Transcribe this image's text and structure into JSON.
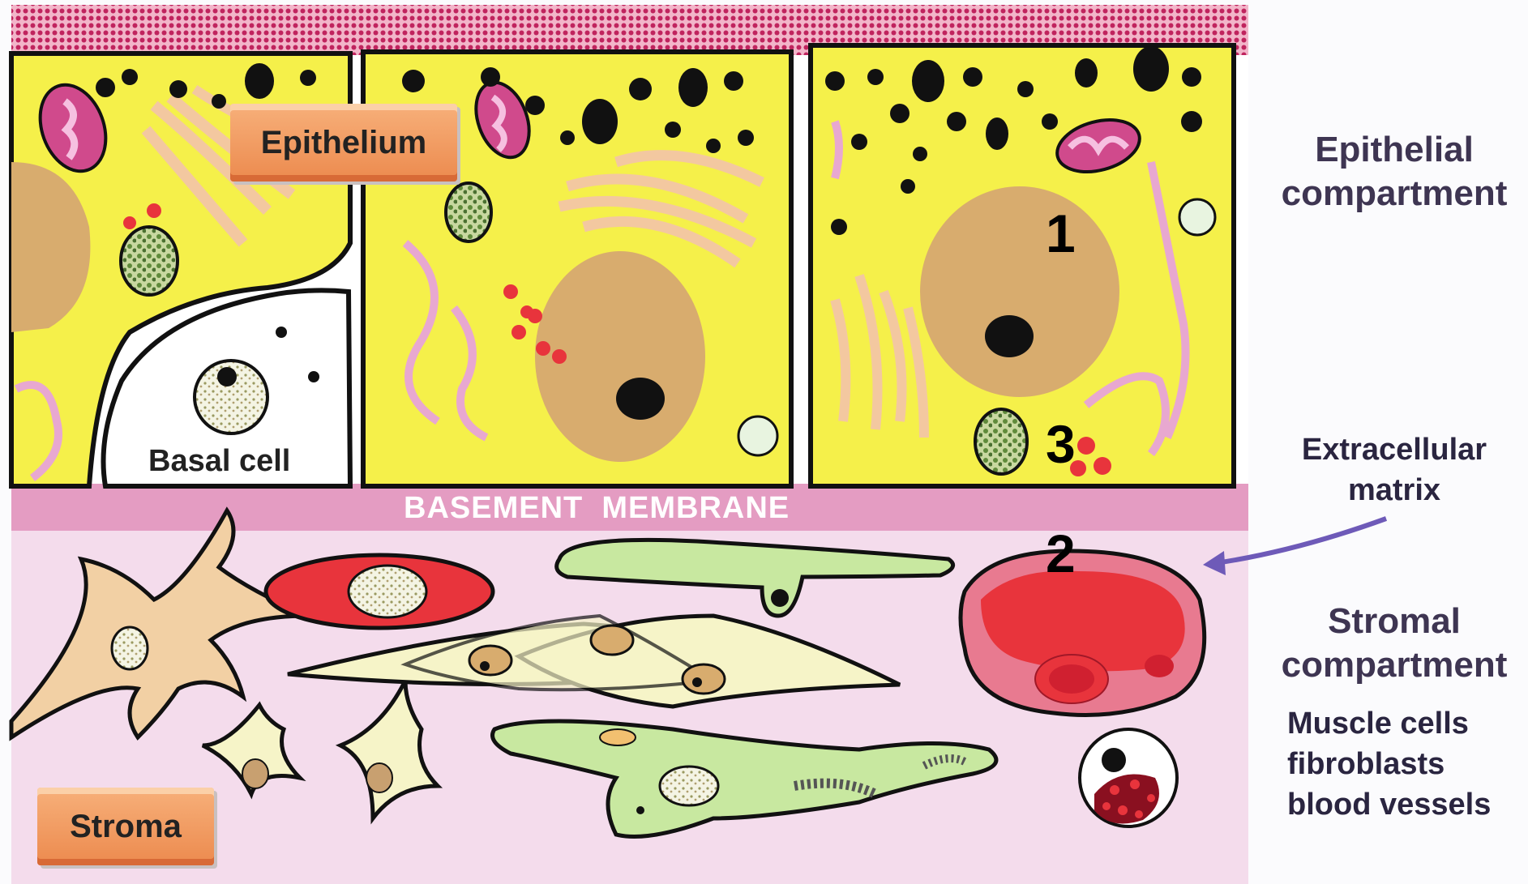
{
  "labels": {
    "epithelium": "Epithelium",
    "stroma": "Stroma",
    "basal_cell": "Basal cell",
    "basement_membrane": "BASEMENT  MEMBRANE",
    "num1": "1",
    "num2": "2",
    "num3": "3"
  },
  "side": {
    "epithelial_line1": "Epithelial",
    "epithelial_line2": "compartment",
    "ecm_line1": "Extracellular",
    "ecm_line2": "matrix",
    "stromal_line1": "Stromal",
    "stromal_line2": "compartment",
    "list_line1": "Muscle cells",
    "list_line2": "fibroblasts",
    "list_line3": "blood vessels"
  },
  "colors": {
    "epithelial_cell": "#f5f04a",
    "nucleus": "#d8ac6e",
    "mitochondrion": "#d04a8c",
    "basement_membrane": "#e49cc2",
    "stroma": "#f4dcec",
    "brush_border": "#d4507a",
    "arrow": "#6e5ab8"
  }
}
